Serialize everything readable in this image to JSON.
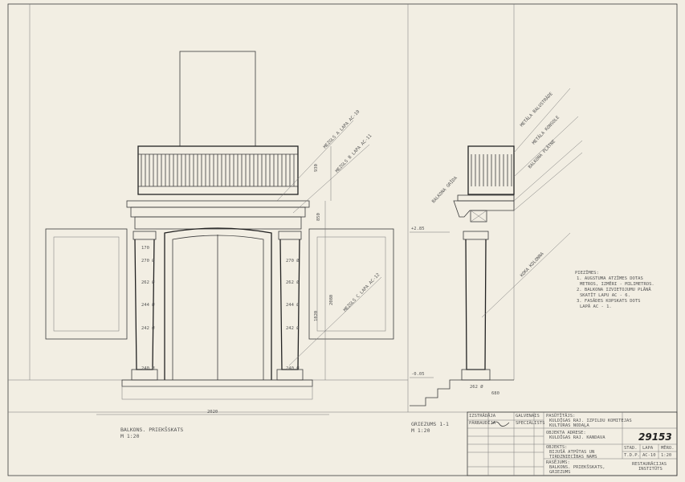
{
  "sheet": {
    "view_front": {
      "title": "BALKONS. PRIEKŠSKATS",
      "scale": "M 1:20"
    },
    "view_section": {
      "title": "GRIEZUMS 1-1",
      "scale": "M 1:20"
    },
    "dimensions": {
      "railing_height": "930",
      "cornice_height": "850",
      "door_height": "2080",
      "column_height": "1820",
      "width_total": "2020",
      "level_top": "+2.85",
      "level_ground": "-0.05",
      "column_base": "240 Ø",
      "section_base": "262 Ø",
      "section_depth": "680",
      "col_dims": [
        "170",
        "270 Ø",
        "262 Ø",
        "244 Ø",
        "242 Ø",
        "240 Ø"
      ]
    },
    "leaders": {
      "front_1": "MEZGLS A LAPA AC-10",
      "front_2": "MEZGLS B LAPA AC-11",
      "front_3": "MEZGLS C LAPA AC-12",
      "sec_1": "METĀLA BALUSTRĀDE",
      "sec_2": "METĀLA KONSOLE",
      "sec_3": "BALKONA PLĀTNE",
      "sec_4": "KOKA KOLONNA",
      "sec_5": "BALKONA GRĪDA"
    },
    "notes": {
      "heading": "PIEZĪMES:",
      "lines": [
        "1. AUGSTUMA ATZĪMES DOTAS",
        "METROS, IZMĒRI - MILIMETROS.",
        "2. BALKONA IZVIETOJUMU PLĀNĀ",
        "SKATĪT LAPU AC - 6.",
        "3. FASĀDES KOPSKATS DOTS",
        "LAPĀ AC - 1."
      ]
    },
    "title_block": {
      "roles": [
        "IZSTRĀDĀJA",
        "PĀRBAUDĪJA"
      ],
      "roles2": [
        "GALVENAIS",
        "SPECIĀLISTS"
      ],
      "org": [
        "PASŪTĪTĀJS:",
        "KULDĪGAS RAJ. IZPILDU KOMITEJAS",
        "KULTŪRAS NODAĻA"
      ],
      "address": [
        "OBJEKTA ADRESE:",
        "KULDĪGAS RAJ. KANDAVA"
      ],
      "object": [
        "OBJEKTS:",
        "BIJUŠĀ ATPŪTAS UN",
        "TIRDZNIECĪBAS NAMS"
      ],
      "drawing": [
        "RASĒJUMS:",
        "BALKONS. PRIEKŠSKATS,",
        "GRIEZUMS"
      ],
      "stamp_number": "29153",
      "headers": [
        "STAD.",
        "LAPA",
        "MĒRO."
      ],
      "values": [
        "T.D.P.",
        "AC-10",
        "1:20"
      ],
      "institute": [
        "RESTAURĀCIJAS",
        "INSTITŪTS"
      ]
    }
  }
}
